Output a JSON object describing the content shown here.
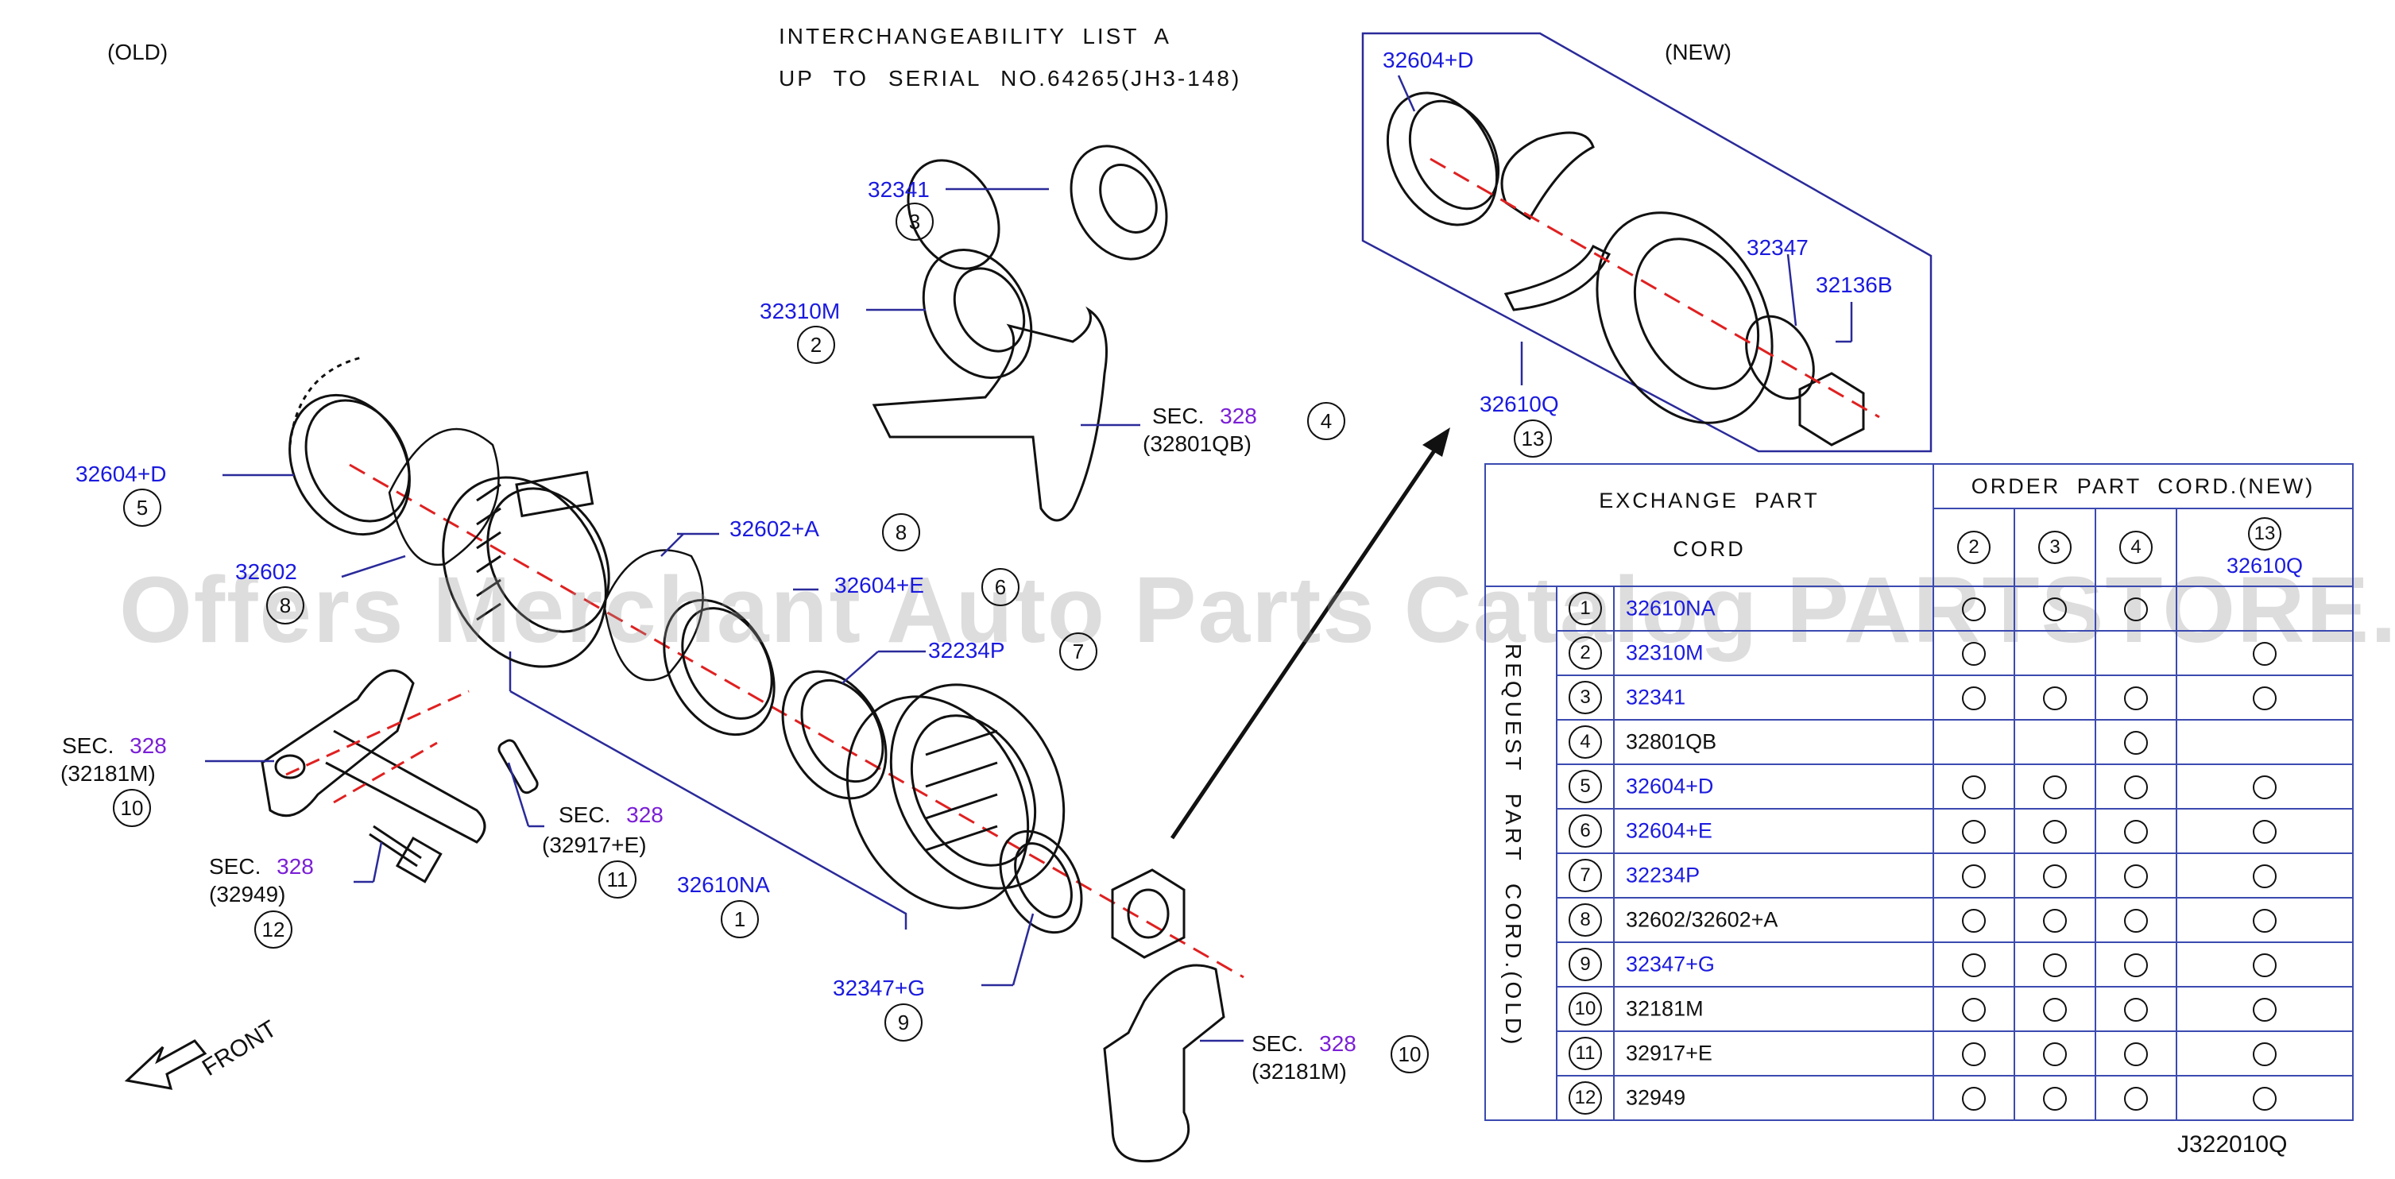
{
  "header": {
    "old_label": "(OLD)",
    "new_label": "(NEW)",
    "title_line1": "INTERCHANGEABILITY LIST A",
    "title_line2": "UP TO SERIAL NO.64265(JH3-148)",
    "diagram_code": "J322010Q",
    "front_label": "FRONT"
  },
  "colors": {
    "part_text": "#1a1adf",
    "section_text": "#7b1fd6",
    "table_border": "#3b4ab0",
    "leader": "#2a2a9a",
    "center_line": "#e02020"
  },
  "callouts": {
    "c3": {
      "part": "32341",
      "ref": "3"
    },
    "c2": {
      "part": "32310M",
      "ref": "2"
    },
    "c4": {
      "sec": "SEC.",
      "sec_num": "328",
      "part": "(32801QB)",
      "ref": "4"
    },
    "c5": {
      "part": "32604+D",
      "ref": "5"
    },
    "c8": {
      "part": "32602+A",
      "ref": "8"
    },
    "c_32602": {
      "part": "32602",
      "ref": "8"
    },
    "c6": {
      "part": "32604+E",
      "ref": "6"
    },
    "c7": {
      "part": "32234P",
      "ref": "7"
    },
    "c10a": {
      "sec": "SEC.",
      "sec_num": "328",
      "part": "(32181M)",
      "ref": "10"
    },
    "c11": {
      "sec": "SEC.",
      "sec_num": "328",
      "part": "(32917+E)",
      "ref": "11"
    },
    "c12": {
      "sec": "SEC.",
      "sec_num": "328",
      "part": "(32949)",
      "ref": "12"
    },
    "c1": {
      "part": "32610NA",
      "ref": "1"
    },
    "c9": {
      "part": "32347+G",
      "ref": "9"
    },
    "c10b": {
      "sec": "SEC.",
      "sec_num": "328",
      "part": "(32181M)",
      "ref": "10"
    },
    "n1": {
      "part": "32604+D"
    },
    "n2": {
      "part": "32347"
    },
    "n3": {
      "part": "32136B"
    },
    "n4": {
      "part": "32610Q",
      "ref": "13"
    }
  },
  "watermark": "Offers Merchant Auto Parts Catalog PARTSTORE.SA",
  "table": {
    "exchange_header_line1": "EXCHANGE PART",
    "exchange_header_line2": "CORD",
    "order_header": "ORDER PART CORD.(NEW)",
    "request_label": "REQUEST PART CORD.(OLD)",
    "order_columns": [
      {
        "ref": "2",
        "part": ""
      },
      {
        "ref": "3",
        "part": ""
      },
      {
        "ref": "4",
        "part": ""
      },
      {
        "ref": "13",
        "part": "32610Q"
      }
    ],
    "rows": [
      {
        "ref": "1",
        "part": "32610NA",
        "blue": true,
        "marks": [
          true,
          true,
          true,
          false
        ]
      },
      {
        "ref": "2",
        "part": "32310M",
        "blue": true,
        "marks": [
          true,
          false,
          false,
          true
        ]
      },
      {
        "ref": "3",
        "part": "32341",
        "blue": true,
        "marks": [
          true,
          true,
          true,
          true
        ]
      },
      {
        "ref": "4",
        "part": "32801QB",
        "blue": false,
        "marks": [
          false,
          false,
          true,
          false
        ]
      },
      {
        "ref": "5",
        "part": "32604+D",
        "blue": true,
        "marks": [
          true,
          true,
          true,
          true
        ]
      },
      {
        "ref": "6",
        "part": "32604+E",
        "blue": true,
        "marks": [
          true,
          true,
          true,
          true
        ]
      },
      {
        "ref": "7",
        "part": "32234P",
        "blue": true,
        "marks": [
          true,
          true,
          true,
          true
        ]
      },
      {
        "ref": "8",
        "part": "32602/32602+A",
        "blue": false,
        "marks": [
          true,
          true,
          true,
          true
        ]
      },
      {
        "ref": "9",
        "part": "32347+G",
        "blue": true,
        "marks": [
          true,
          true,
          true,
          true
        ]
      },
      {
        "ref": "10",
        "part": "32181M",
        "blue": false,
        "marks": [
          true,
          true,
          true,
          true
        ]
      },
      {
        "ref": "11",
        "part": "32917+E",
        "blue": false,
        "marks": [
          true,
          true,
          true,
          true
        ]
      },
      {
        "ref": "12",
        "part": "32949",
        "blue": false,
        "marks": [
          true,
          true,
          true,
          true
        ]
      }
    ]
  }
}
